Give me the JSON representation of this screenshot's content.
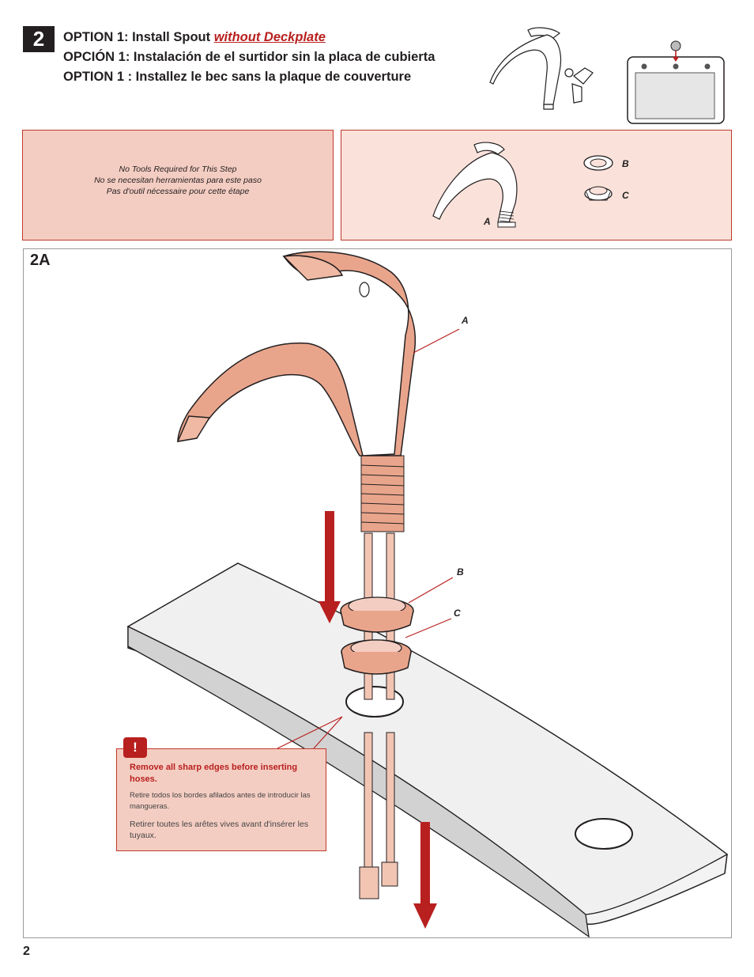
{
  "step": "2",
  "title": {
    "en_prefix": "OPTION 1:  Install Spout ",
    "en_emphasis": "without Deckplate",
    "es": "OPCIÓN 1:  Instalación de el surtidor sin la placa de cubierta",
    "fr": "OPTION 1 : Installez le bec sans la plaque de couverture"
  },
  "tools": {
    "en": "No Tools Required for This Step",
    "es": "No se necesitan herramientas para este paso",
    "fr": "Pas d'outil nécessaire pour cette étape"
  },
  "parts": {
    "a": "A",
    "b": "B",
    "c": "C"
  },
  "panel_label": "2A",
  "diagram_labels": {
    "a": "A",
    "b": "B",
    "c": "C"
  },
  "warning": {
    "icon": "!",
    "en": "Remove all sharp edges before inserting hoses.",
    "es": "Retire todos los bordes afilados antes de introducir las mangueras.",
    "fr": "Retirer toutes les arêtes vives avant d'insérer les tuyaux."
  },
  "page_number": "2",
  "colors": {
    "accent_red": "#b8201f",
    "panel_pink": "#f4cdc2",
    "part_copper": "#e9a58c"
  }
}
